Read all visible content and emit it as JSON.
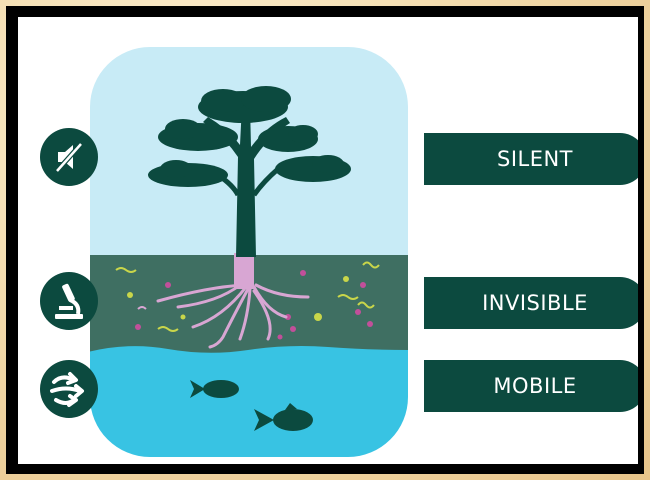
{
  "labels": {
    "silent": "SILENT",
    "invisible": "INVISIBLE",
    "mobile": "MOBILE"
  },
  "icons": [
    "muted-speaker-icon",
    "microscope-icon",
    "swirl-arrows-icon"
  ],
  "colors": {
    "sky": "#c8ebf6",
    "soil": "#3f6f62",
    "water": "#38c3e3",
    "dark_green": "#0c4a3f",
    "root": "#d8a6d3"
  }
}
